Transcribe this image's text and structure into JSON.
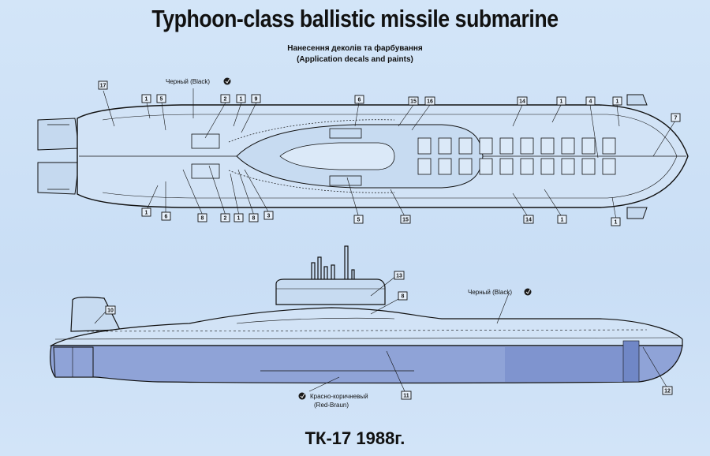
{
  "title": "Typhoon-class ballistic missile submarine",
  "subtitle_ua": "Нанесення деколів та фарбування",
  "subtitle_en": "(Application decals and paints)",
  "footer": "ТК-17 1988г.",
  "colors": {
    "hull_black": "#1a1a1a",
    "hull_redbrown": "#7d2e22",
    "paper": "#cfe2f7"
  },
  "paints": {
    "top_black": "Черный  (Black)",
    "side_black": "Черный  (Black)",
    "side_redbrown_ru": "Красно-коричневый",
    "side_redbrown_en": "(Red-Braun)"
  },
  "top_view_callouts": [
    {
      "n": "17"
    },
    {
      "n": "1"
    },
    {
      "n": "5"
    },
    {
      "n": "2"
    },
    {
      "n": "1"
    },
    {
      "n": "9"
    },
    {
      "n": "6"
    },
    {
      "n": "15"
    },
    {
      "n": "16"
    },
    {
      "n": "14"
    },
    {
      "n": "1"
    },
    {
      "n": "4"
    },
    {
      "n": "1"
    },
    {
      "n": "7"
    },
    {
      "n": "1"
    },
    {
      "n": "6"
    },
    {
      "n": "8"
    },
    {
      "n": "2"
    },
    {
      "n": "1"
    },
    {
      "n": "8"
    },
    {
      "n": "3"
    },
    {
      "n": "5"
    },
    {
      "n": "15"
    },
    {
      "n": "14"
    },
    {
      "n": "1"
    },
    {
      "n": "1"
    }
  ],
  "side_view_callouts": [
    {
      "n": "10"
    },
    {
      "n": "13"
    },
    {
      "n": "8"
    },
    {
      "n": "11"
    },
    {
      "n": "12"
    }
  ]
}
